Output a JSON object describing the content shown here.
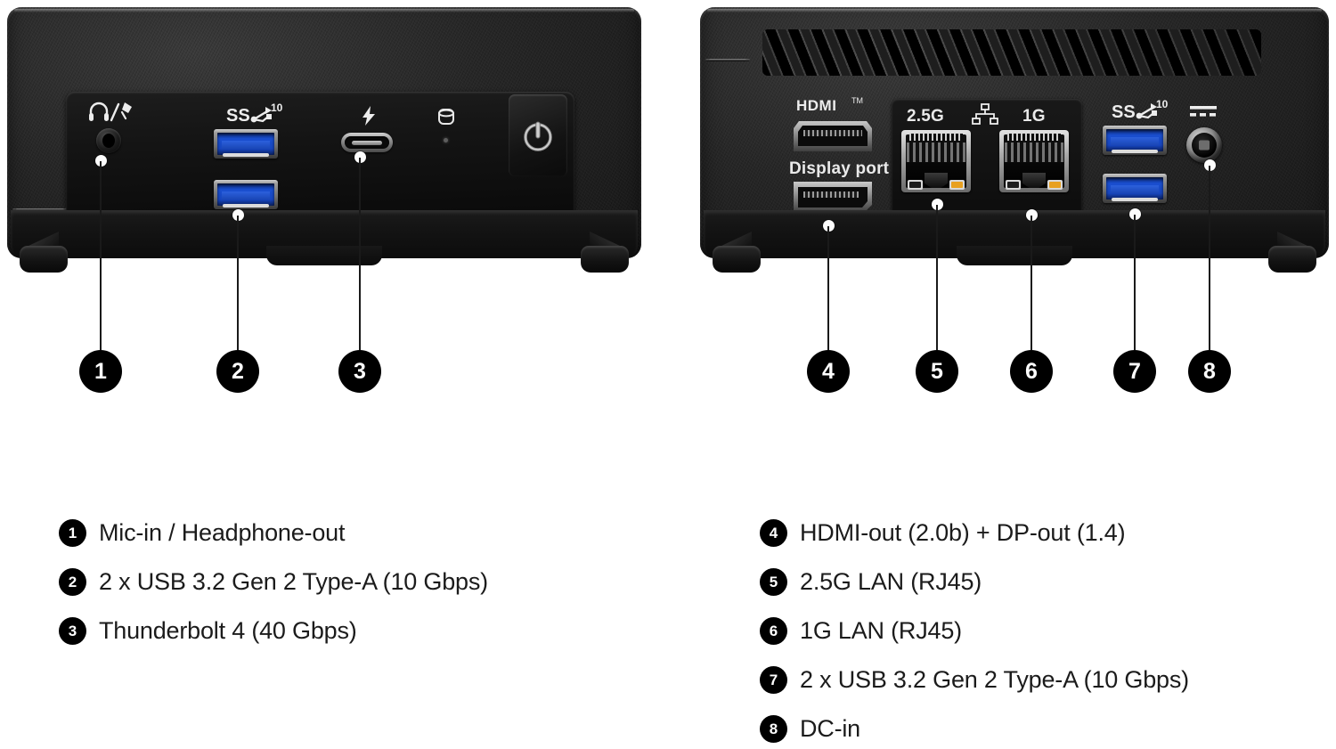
{
  "page": {
    "background": "#ffffff",
    "accent_usb_blue": "#1a4fd0",
    "callout_color": "#000000",
    "text_color": "#1b1b1b"
  },
  "views": [
    {
      "id": "front-view",
      "name": "front",
      "ports": [
        {
          "id": "audio-jack",
          "label": "",
          "icon": "headphone-mic-icon"
        },
        {
          "id": "usb-a-top",
          "label": "SS10",
          "icon": "usb-superspeed-10-icon"
        },
        {
          "id": "usb-a-bottom",
          "label": "",
          "icon": "usb-a-icon"
        },
        {
          "id": "thunderbolt-port",
          "label": "",
          "icon": "thunderbolt-icon"
        },
        {
          "id": "hdd-led",
          "label": "",
          "icon": "hdd-activity-icon"
        },
        {
          "id": "power-button",
          "label": "",
          "icon": "power-icon"
        }
      ],
      "marker_labels": [
        "1",
        "2",
        "3"
      ]
    },
    {
      "id": "rear-view",
      "name": "rear",
      "port_labels": {
        "hdmi": "HDMI",
        "hdmi_tm": "TM",
        "displayport": "Display port",
        "lan_25g": "2.5G",
        "lan_1g": "1G",
        "usb_ss10": "SS10",
        "dc_in": "DC"
      },
      "icons": [
        "hdmi-icon",
        "displayport-icon",
        "lan-network-icon",
        "usb-superspeed-10-icon",
        "dc-in-icon"
      ],
      "marker_labels": [
        "4",
        "5",
        "6",
        "7",
        "8"
      ]
    }
  ],
  "legend": {
    "left_column": [
      {
        "number": "1",
        "text": "Mic-in / Headphone-out"
      },
      {
        "number": "2",
        "text": "2 x USB 3.2 Gen 2 Type-A (10 Gbps)"
      },
      {
        "number": "3",
        "text": "Thunderbolt 4 (40 Gbps)"
      }
    ],
    "right_column": [
      {
        "number": "4",
        "text": "HDMI-out (2.0b) + DP-out (1.4)"
      },
      {
        "number": "5",
        "text": "2.5G LAN (RJ45)"
      },
      {
        "number": "6",
        "text": "1G LAN (RJ45)"
      },
      {
        "number": "7",
        "text": "2 x USB 3.2 Gen 2 Type-A (10 Gbps)"
      },
      {
        "number": "8",
        "text": "DC-in"
      }
    ]
  },
  "superspeed": {
    "ss": "SS",
    "ten": "10"
  }
}
